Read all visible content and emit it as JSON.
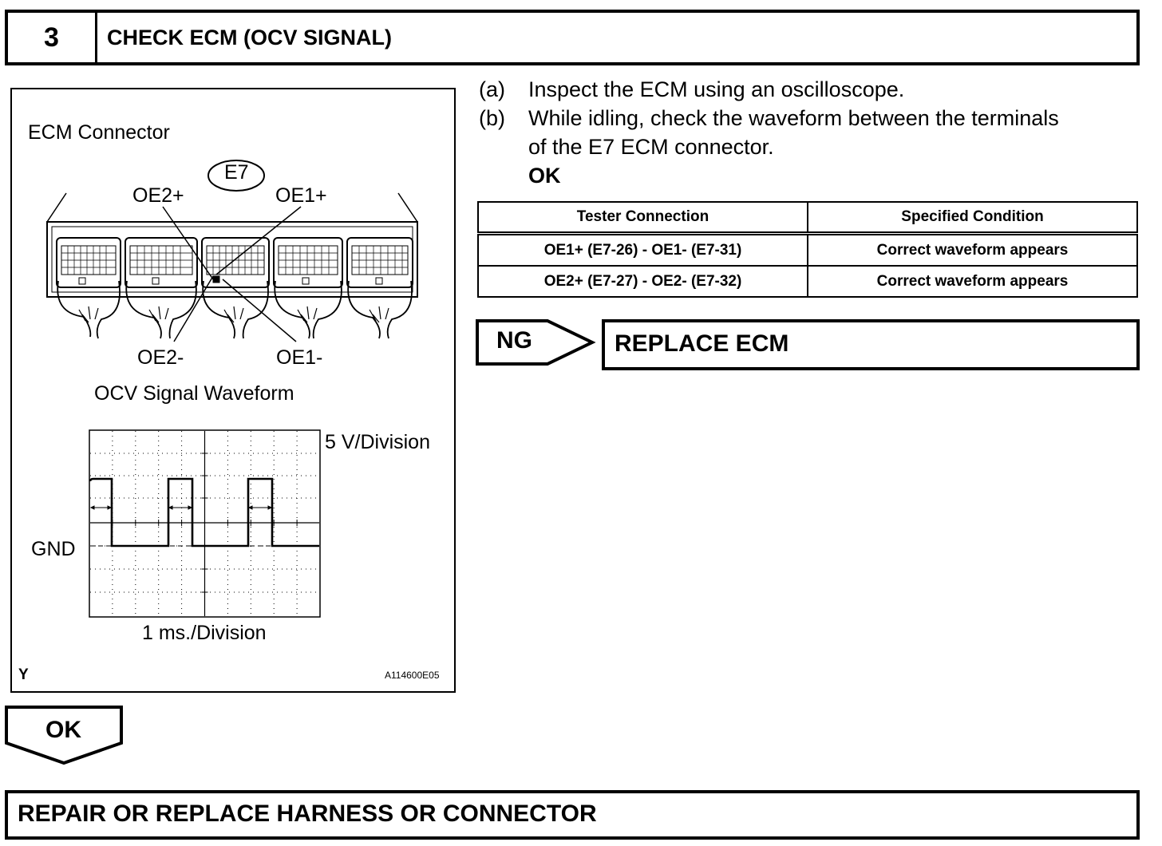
{
  "step": {
    "number": "3",
    "title": "CHECK ECM (OCV SIGNAL)"
  },
  "figure": {
    "connector_title": "ECM Connector",
    "connector_id": "E7",
    "terminal_labels": {
      "oe2_plus": "OE2+",
      "oe1_plus": "OE1+",
      "oe2_minus": "OE2-",
      "oe1_minus": "OE1-"
    },
    "waveform_title": "OCV Signal Waveform",
    "volts_per_division": "5 V/Division",
    "gnd_label": "GND",
    "time_per_division": "1 ms./Division",
    "corner_mark": "Y",
    "figure_code": "A114600E05"
  },
  "instructions": [
    {
      "letter": "(a)",
      "lines": [
        "Inspect the ECM using an oscilloscope."
      ]
    },
    {
      "letter": "(b)",
      "lines": [
        "While idling, check the waveform between the terminals",
        "of the E7 ECM connector."
      ]
    }
  ],
  "ok_label": "OK",
  "table": {
    "headers": [
      "Tester Connection",
      "Specified Condition"
    ],
    "rows": [
      [
        "OE1+ (E7-26) - OE1- (E7-31)",
        "Correct waveform appears"
      ],
      [
        "OE2+ (E7-27) - OE2- (E7-32)",
        "Correct waveform appears"
      ]
    ]
  },
  "ng_branch": {
    "tag": "NG",
    "result": "REPLACE ECM"
  },
  "ok_branch": {
    "tag": "OK",
    "result": "REPAIR OR REPLACE HARNESS OR CONNECTOR"
  }
}
